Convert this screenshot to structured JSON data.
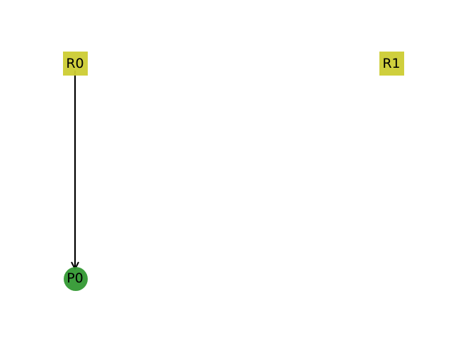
{
  "diagram": {
    "nodes": [
      {
        "id": "R0",
        "label": "R0",
        "shape": "square",
        "color": "#cccc33"
      },
      {
        "id": "R1",
        "label": "R1",
        "shape": "square",
        "color": "#cccc33"
      },
      {
        "id": "P0",
        "label": "P0",
        "shape": "circle",
        "color": "#339933"
      }
    ],
    "edges": [
      {
        "from": "R0",
        "to": "P0",
        "directed": true,
        "color": "#000000"
      }
    ]
  }
}
